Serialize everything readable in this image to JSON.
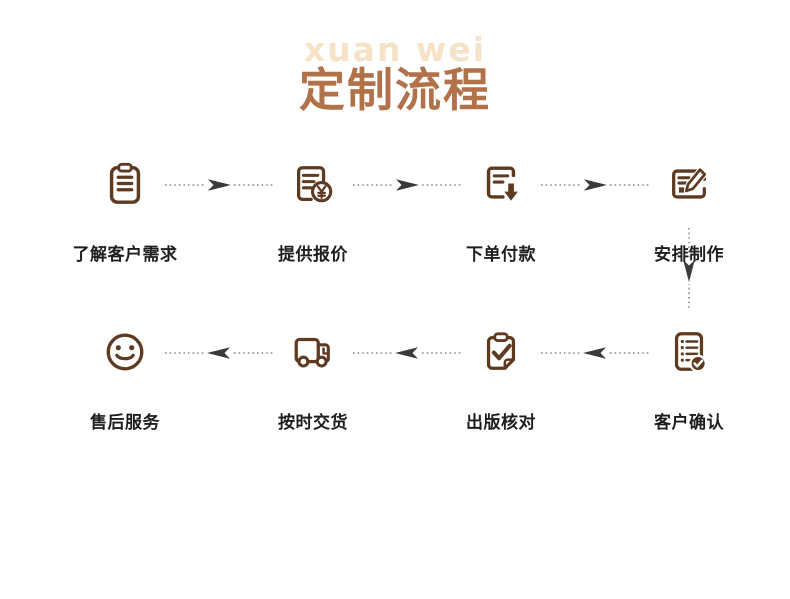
{
  "watermark": "xuan wei",
  "title": "定制流程",
  "colors": {
    "title": "#b1724a",
    "watermark": "#f6e2c6",
    "icon_brown": "#5e3a21",
    "label_text": "#1e1e1e",
    "connector_dots": "#9b9b9b",
    "arrowhead": "#3a3a3a",
    "background": "#ffffff"
  },
  "flow": {
    "rows": [
      {
        "direction": "left-to-right",
        "steps": [
          {
            "label": "了解客户需求",
            "icon": "clipboard-icon"
          },
          {
            "label": "提供报价",
            "icon": "price-document-icon"
          },
          {
            "label": "下单付款",
            "icon": "order-download-icon"
          },
          {
            "label": "安排制作",
            "icon": "edit-document-icon"
          }
        ]
      },
      {
        "direction": "right-to-left",
        "steps": [
          {
            "label": "售后服务",
            "icon": "smiley-icon"
          },
          {
            "label": "按时交货",
            "icon": "delivery-truck-icon"
          },
          {
            "label": "出版核对",
            "icon": "proof-check-icon"
          },
          {
            "label": "客户确认",
            "icon": "confirm-list-icon"
          }
        ]
      }
    ],
    "row_transition": "down-arrow-after-step-4"
  }
}
